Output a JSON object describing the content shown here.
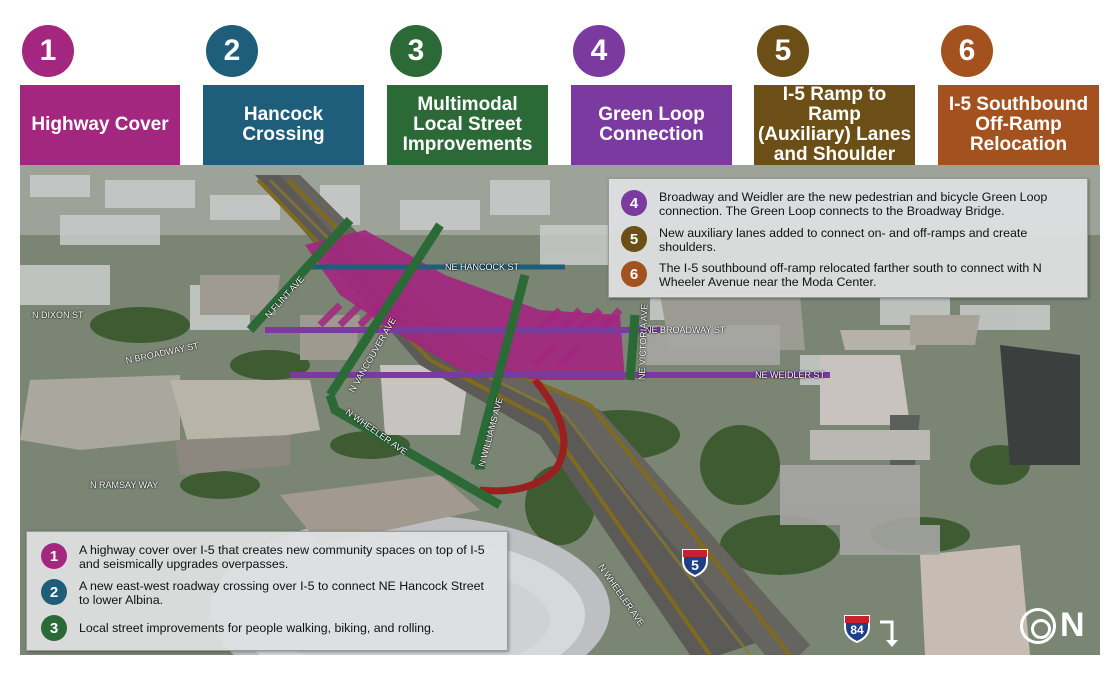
{
  "colors": {
    "magenta": "#a3267f",
    "blue": "#1f5e7a",
    "green": "#2b6a37",
    "purple": "#7a3aa0",
    "olive": "#6b4f16",
    "brown": "#a3521f",
    "red": "#9b1f1f"
  },
  "projects": [
    {
      "number": "1",
      "title": "Highway Cover",
      "color": "#a3267f"
    },
    {
      "number": "2",
      "title": "Hancock\nCrossing",
      "color": "#1f5e7a"
    },
    {
      "number": "3",
      "title": "Multimodal\nLocal Street\nImprovements",
      "color": "#2b6a37"
    },
    {
      "number": "4",
      "title": "Green Loop\nConnection",
      "color": "#7a3aa0"
    },
    {
      "number": "5",
      "title": "I-5 Ramp to Ramp\n(Auxiliary) Lanes\nand Shoulder",
      "color": "#6b4f16"
    },
    {
      "number": "6",
      "title": "I-5 Southbound\nOff-Ramp\nRelocation",
      "color": "#a3521f"
    }
  ],
  "streets": {
    "hancock": "NE HANCOCK ST",
    "broadway_ne": "NE BROADWAY ST",
    "weidler": "NE WEIDLER ST",
    "dixon": "N DIXON ST",
    "broadway_n": "N BROADWAY ST",
    "flint": "N FLINT AVE",
    "vancouver": "N VANCOUVER AVE",
    "williams": "N WILLIAMS AVE",
    "victoria": "NE VICTORIA AVE",
    "wheeler": "N WHEELER AVE",
    "wheeler_south": "N WHEELER AVE",
    "ramsay": "N RAMSAY WAY"
  },
  "shields": {
    "i5": "5",
    "i84": "84"
  },
  "watermark": "N",
  "panel_top": [
    {
      "number": "4",
      "color": "#7a3aa0",
      "text": "Broadway and Weidler are the new pedestrian and bicycle Green Loop connection. The Green Loop connects to the Broadway Bridge."
    },
    {
      "number": "5",
      "color": "#6b4f16",
      "text": "New auxiliary lanes added to connect on- and off-ramps and create shoulders."
    },
    {
      "number": "6",
      "color": "#a3521f",
      "text": "The I-5 southbound off-ramp relocated farther south to connect with N Wheeler Avenue near the Moda Center."
    }
  ],
  "panel_bottom": [
    {
      "number": "1",
      "color": "#a3267f",
      "text": "A highway cover over I-5 that creates new community spaces on top of I-5 and seismically upgrades overpasses."
    },
    {
      "number": "2",
      "color": "#1f5e7a",
      "text": "A new east-west roadway crossing over I-5 to connect NE Hancock Street to lower Albina."
    },
    {
      "number": "3",
      "color": "#2b6a37",
      "text": "Local street improvements for people walking, biking, and rolling."
    }
  ]
}
